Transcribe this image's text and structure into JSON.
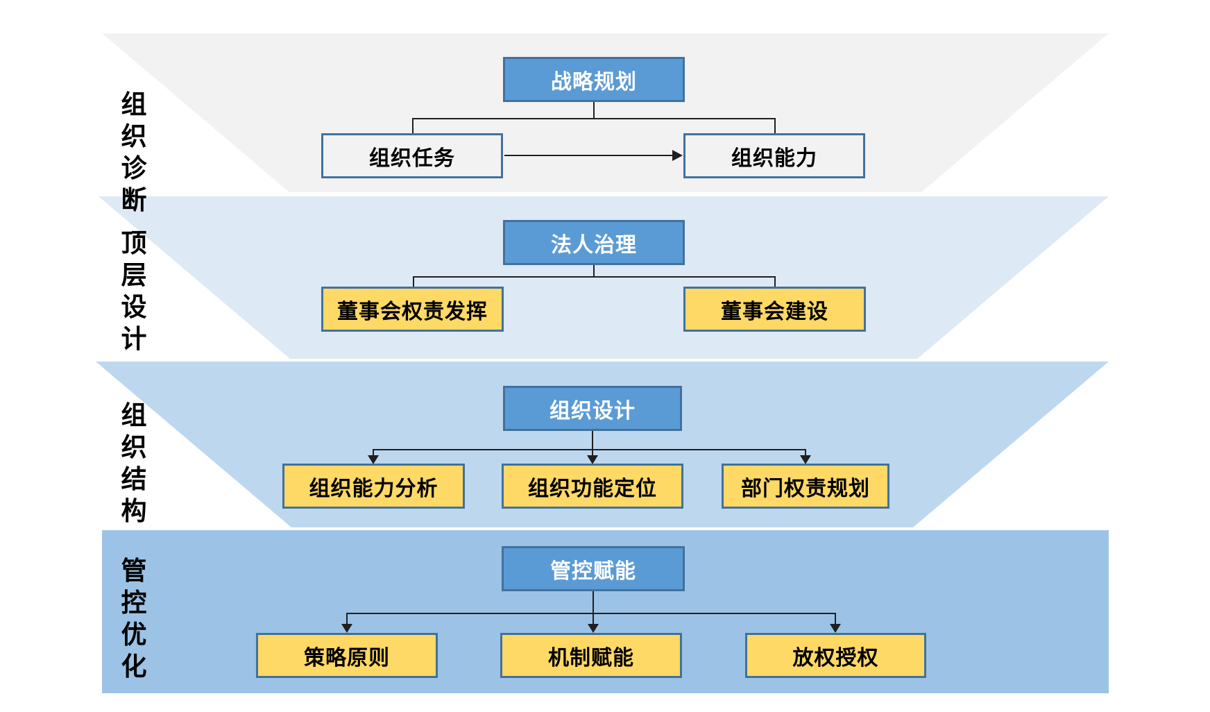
{
  "colors": {
    "page_bg": "#FFFFFF",
    "band1_bg": "#F2F2F2",
    "band2_bg": "#DDE9F5",
    "band3_bg": "#BDD7EE",
    "band4_bg": "#9CC3E6",
    "header_box_fill": "#5B9BD5",
    "yellow_box_fill": "#FFD966",
    "outline_box_fill": "#F2F2F2",
    "box_border": "#41719C",
    "connector": "#1F1F1F",
    "header_text": "#FFFFFF",
    "box_text": "#000000",
    "label_text": "#000000"
  },
  "bands": [
    {
      "side_label": "组织诊断",
      "header": {
        "label": "战略规划"
      },
      "children": [
        {
          "label": "组织任务"
        },
        {
          "label": "组织能力"
        }
      ]
    },
    {
      "side_label": "顶层设计",
      "header": {
        "label": "法人治理"
      },
      "children": [
        {
          "label": "董事会权责发挥"
        },
        {
          "label": "董事会建设"
        }
      ]
    },
    {
      "side_label": "组织结构",
      "header": {
        "label": "组织设计"
      },
      "children": [
        {
          "label": "组织能力分析"
        },
        {
          "label": "组织功能定位"
        },
        {
          "label": "部门权责规划"
        }
      ]
    },
    {
      "side_label": "管控优化",
      "header": {
        "label": "管控赋能"
      },
      "children": [
        {
          "label": "策略原则"
        },
        {
          "label": "机制赋能"
        },
        {
          "label": "放权授权"
        }
      ]
    }
  ]
}
